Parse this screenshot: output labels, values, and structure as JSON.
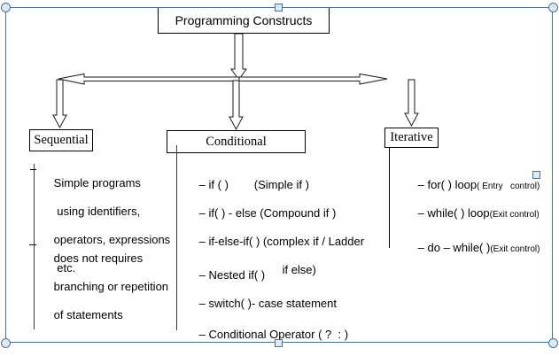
{
  "diagram": {
    "title_box": {
      "label": "Programming Constructs"
    },
    "columns": [
      {
        "key": "sequential",
        "header": "Sequential",
        "items": [
          {
            "lines": [
              "Simple programs",
              " using identifiers,",
              "operators, expressions",
              " etc."
            ]
          },
          {
            "lines": [
              "does not requires",
              "branching or repetition",
              "of statements"
            ]
          }
        ]
      },
      {
        "key": "conditional",
        "header": "Conditional",
        "items": [
          {
            "lines": [
              "if ( )        (Simple if )"
            ]
          },
          {
            "lines": [
              "if( ) - else (Compound if )"
            ]
          },
          {
            "lines": [
              "if-else-if( ) (complex if / Ladder",
              "                          if else)"
            ]
          },
          {
            "lines": [
              "Nested if( )"
            ]
          },
          {
            "lines": [
              "switch( )- case statement"
            ]
          },
          {
            "lines": [
              "Conditional Operator ( ?  : )"
            ]
          }
        ]
      },
      {
        "key": "iterative",
        "header": "Iterative",
        "items": [
          {
            "main": "for( ) loop",
            "note": "( Entry   control)"
          },
          {
            "main": "while( ) loop",
            "note": "(Exit control)"
          },
          {
            "main": "do – while( )",
            "note": "(Exit control)"
          }
        ]
      }
    ],
    "colors": {
      "stroke": "#000000",
      "selection": "#4a7296",
      "handle_fill": "#dbeaf4",
      "background": "#ffffff"
    }
  }
}
